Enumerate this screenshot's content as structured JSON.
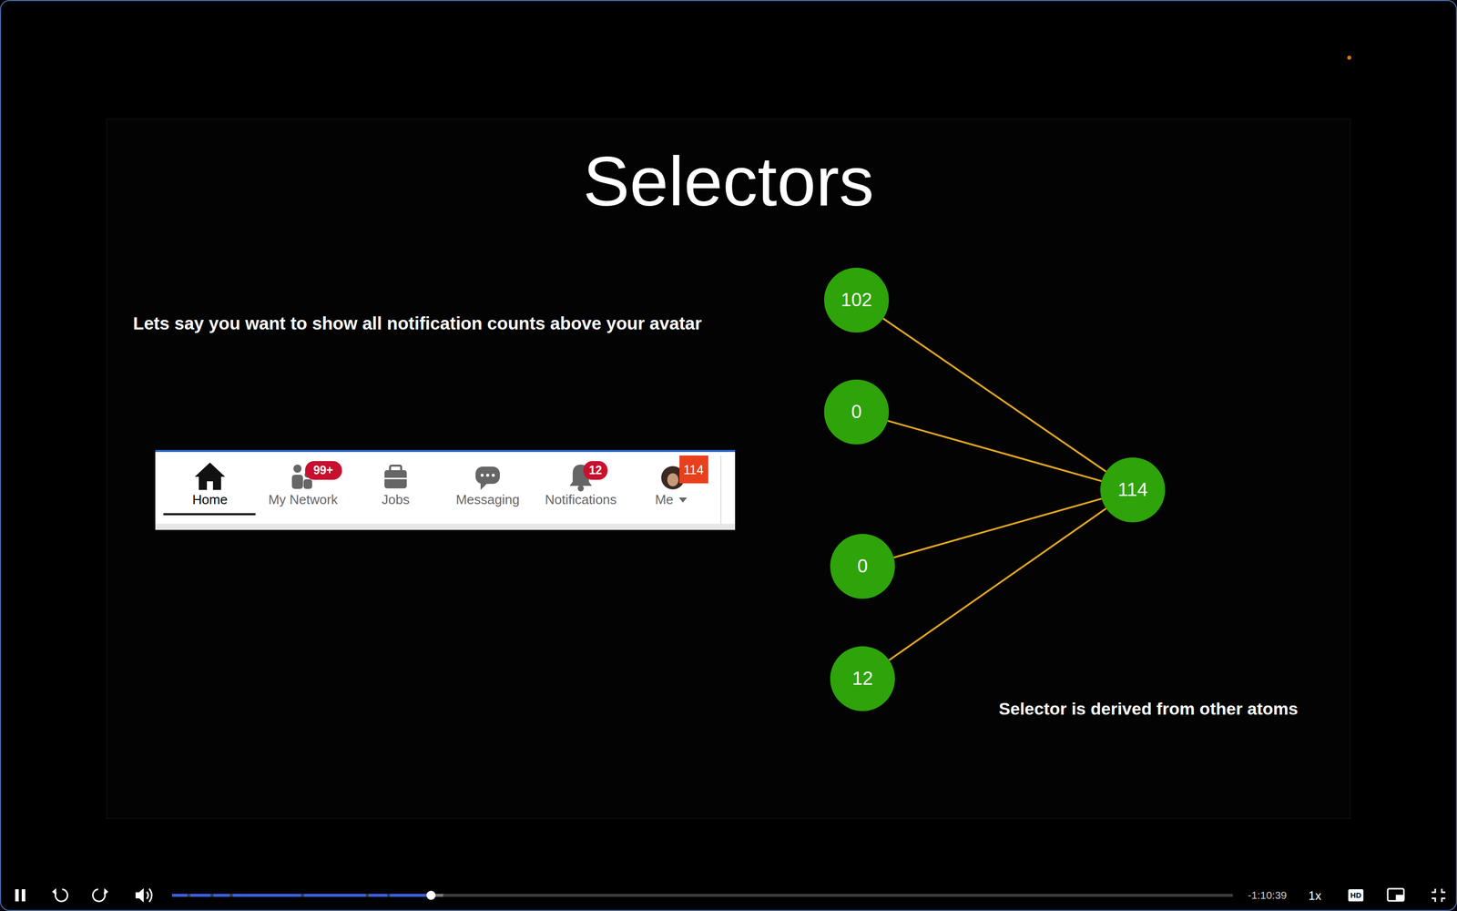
{
  "diagram": {
    "title": "Selectors",
    "nodes": [
      {
        "text": [
          "102"
        ]
      },
      {
        "text": [
          "0"
        ]
      },
      {
        "text": [
          "114"
        ]
      },
      {
        "text": [
          "0"
        ]
      },
      {
        "text": [
          "12"
        ]
      }
    ],
    "edges": [
      {
        "from": 0,
        "to": 2,
        "arrow": "none"
      },
      {
        "from": 1,
        "to": 2,
        "arrow": "none"
      },
      {
        "from": 3,
        "to": 2,
        "arrow": "none"
      },
      {
        "from": 4,
        "to": 2,
        "arrow": "none"
      }
    ],
    "labels": [
      "Lets say you want to show all notification counts above your avatar",
      "Home",
      "99+",
      "My Network",
      "Jobs",
      "Messaging",
      "12",
      "Notifications",
      "114",
      "Me",
      "Selector is derived from other atoms",
      "-1:10:39",
      "1x",
      "HD"
    ]
  }
}
